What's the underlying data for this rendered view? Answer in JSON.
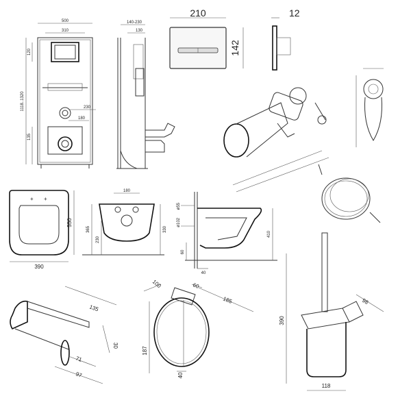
{
  "frame": {
    "w": "500",
    "inner_w": "310",
    "h_total": "1118..1320",
    "h_top": "120",
    "h_mid1": "230",
    "h_mid2": "180",
    "h_low": "135"
  },
  "frame_side": {
    "depth": "140-230",
    "inner": "130"
  },
  "plate": {
    "w": "210",
    "h": "142"
  },
  "plate_side": {
    "t": "12"
  },
  "toilet_top": {
    "h": "550",
    "w": "390"
  },
  "toilet_back": {
    "top": "180",
    "h1": "365",
    "h2": "230",
    "h3": "330"
  },
  "toilet_side": {
    "d1": "ø55",
    "d2": "ø102",
    "h1": "60",
    "h2": "410",
    "d3": "40"
  },
  "holder": {
    "a": "135",
    "b": "30",
    "c": "71",
    "d": "97"
  },
  "ring": {
    "a": "60",
    "b": "185",
    "c": "187",
    "d": "40",
    "e": "100"
  },
  "brush": {
    "h": "390",
    "w": "98",
    "d": "118"
  }
}
